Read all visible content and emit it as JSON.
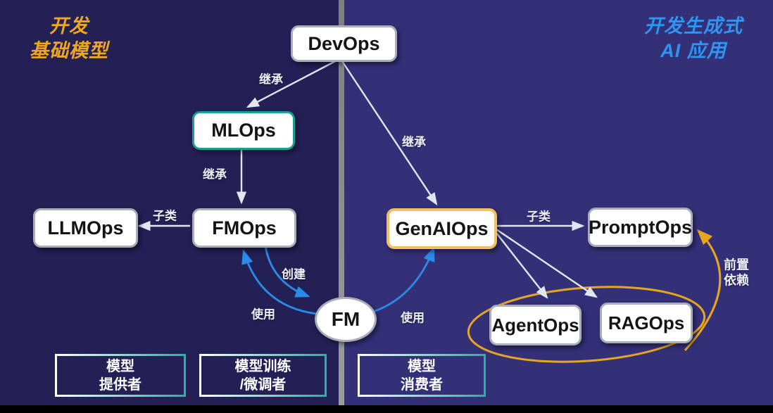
{
  "titles": {
    "left_line1": "开发",
    "left_line2": "基础模型",
    "right_line1": "开发生成式",
    "right_line2": "AI 应用"
  },
  "nodes": {
    "devops": {
      "label": "DevOps"
    },
    "mlops": {
      "label": "MLOps"
    },
    "llmops": {
      "label": "LLMOps"
    },
    "fmops": {
      "label": "FMOps"
    },
    "genaiops": {
      "label": "GenAIOps"
    },
    "promptops": {
      "label": "PromptOps"
    },
    "agentops": {
      "label": "AgentOps"
    },
    "ragops": {
      "label": "RAGOps"
    },
    "fm": {
      "label": "FM"
    }
  },
  "edge_labels": {
    "inherit_devops_mlops": "继承",
    "inherit_mlops_fmops": "继承",
    "inherit_devops_genaiops": "继承",
    "subclass_fmops_llmops": "子类",
    "subclass_genaiops_promptops": "子类",
    "create": "创建",
    "use_left": "使用",
    "use_right": "使用",
    "predep_line1": "前置",
    "predep_line2": "依赖"
  },
  "role_boxes": {
    "provider": {
      "line1": "模型",
      "line2": "提供者"
    },
    "trainer": {
      "line1": "模型训练",
      "line2": "/微调者"
    },
    "consumer": {
      "line1": "模型",
      "line2": "消费者"
    }
  },
  "colors": {
    "bg_left": "#232056",
    "bg_right": "#343078",
    "divider_gray": "#9A9CA1",
    "title_orange": "#F2A61E",
    "title_blue": "#2E96F0",
    "box_border_gray": "#A9AEB8",
    "box_border_teal": "#18A092",
    "box_border_orange": "#F2C061",
    "arrow_white": "#E2E5F2",
    "arrow_blue": "#2B8BE8",
    "arrow_orange": "#E8A51F",
    "role_border_gradient_start": "#FFFFFF",
    "role_border_gradient_end": "#24B3A4"
  }
}
